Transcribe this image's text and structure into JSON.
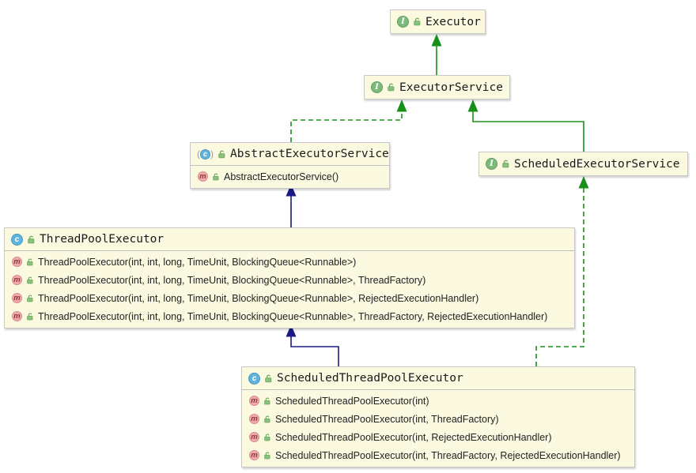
{
  "diagram_kind": "uml-class-diagram",
  "colors": {
    "canvas_bg": "#ffffff",
    "node_fill": "#fcf9e1",
    "node_border": "#c8c8c8",
    "edge_green": "#189018",
    "edge_blue": "#1b1b83",
    "iface_fill": "#7cba7c",
    "class_fill": "#5fb3dc",
    "method_fill": "#f0a8a8"
  },
  "icons": {
    "interface_letter": "I",
    "class_letter": "c",
    "method_letter": "m",
    "paren_open": "(",
    "paren_close": ")"
  },
  "classes": [
    {
      "id": "executor",
      "kind": "interface",
      "title": "Executor",
      "members": []
    },
    {
      "id": "executor-service",
      "kind": "interface",
      "title": "ExecutorService",
      "members": []
    },
    {
      "id": "abstract-executor-service",
      "kind": "abstract-class",
      "title": "AbstractExecutorService",
      "members": [
        "AbstractExecutorService()"
      ]
    },
    {
      "id": "scheduled-executor-service",
      "kind": "interface",
      "title": "ScheduledExecutorService",
      "members": []
    },
    {
      "id": "thread-pool-executor",
      "kind": "class",
      "title": "ThreadPoolExecutor",
      "members": [
        "ThreadPoolExecutor(int, int, long, TimeUnit, BlockingQueue<Runnable>)",
        "ThreadPoolExecutor(int, int, long, TimeUnit, BlockingQueue<Runnable>, ThreadFactory)",
        "ThreadPoolExecutor(int, int, long, TimeUnit, BlockingQueue<Runnable>, RejectedExecutionHandler)",
        "ThreadPoolExecutor(int, int, long, TimeUnit, BlockingQueue<Runnable>, ThreadFactory, RejectedExecutionHandler)"
      ]
    },
    {
      "id": "scheduled-thread-pool-executor",
      "kind": "class",
      "title": "ScheduledThreadPoolExecutor",
      "members": [
        "ScheduledThreadPoolExecutor(int)",
        "ScheduledThreadPoolExecutor(int, ThreadFactory)",
        "ScheduledThreadPoolExecutor(int, RejectedExecutionHandler)",
        "ScheduledThreadPoolExecutor(int, ThreadFactory, RejectedExecutionHandler)"
      ]
    }
  ],
  "edges": [
    {
      "from": "ExecutorService",
      "to": "Executor",
      "relation": "extends",
      "style": "solid-green"
    },
    {
      "from": "AbstractExecutorService",
      "to": "ExecutorService",
      "relation": "implements",
      "style": "dashed-green"
    },
    {
      "from": "ScheduledExecutorService",
      "to": "ExecutorService",
      "relation": "extends",
      "style": "solid-green"
    },
    {
      "from": "ThreadPoolExecutor",
      "to": "AbstractExecutorService",
      "relation": "extends",
      "style": "solid-blue"
    },
    {
      "from": "ScheduledThreadPoolExecutor",
      "to": "ThreadPoolExecutor",
      "relation": "extends",
      "style": "solid-blue"
    },
    {
      "from": "ScheduledThreadPoolExecutor",
      "to": "ScheduledExecutorService",
      "relation": "implements",
      "style": "dashed-green"
    }
  ]
}
